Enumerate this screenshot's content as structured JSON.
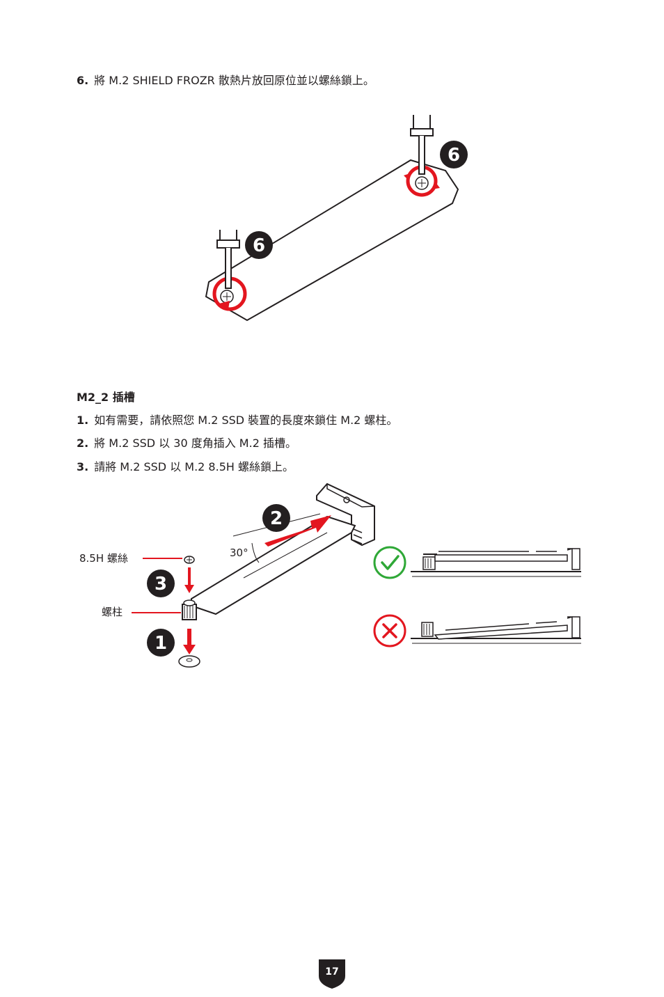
{
  "step6": {
    "num": "6.",
    "text": "將 M.2 SHIELD FROZR 散熱片放回原位並以螺絲鎖上。"
  },
  "section": {
    "title": "M2_2 插槽"
  },
  "steps": [
    {
      "num": "1.",
      "text": "如有需要，請依照您 M.2 SSD 裝置的長度來鎖住 M.2 螺柱。"
    },
    {
      "num": "2.",
      "text": "將 M.2 SSD 以 30 度角插入 M.2 插槽。"
    },
    {
      "num": "3.",
      "text": "請將 M.2 SSD 以 M.2 8.5H 螺絲鎖上。"
    }
  ],
  "figure1": {
    "callout_a": "6",
    "callout_b": "6"
  },
  "figure2": {
    "screw_label": "8.5H 螺絲",
    "standoff_label": "螺柱",
    "angle_label": "30°",
    "callout_1": "1",
    "callout_2": "2",
    "callout_3": "3",
    "correct_icon": "check-icon",
    "wrong_icon": "cross-icon"
  },
  "page": {
    "number": "17"
  },
  "colors": {
    "accent": "#e3161f",
    "check": "#2fa837",
    "badge": "#231f20"
  }
}
